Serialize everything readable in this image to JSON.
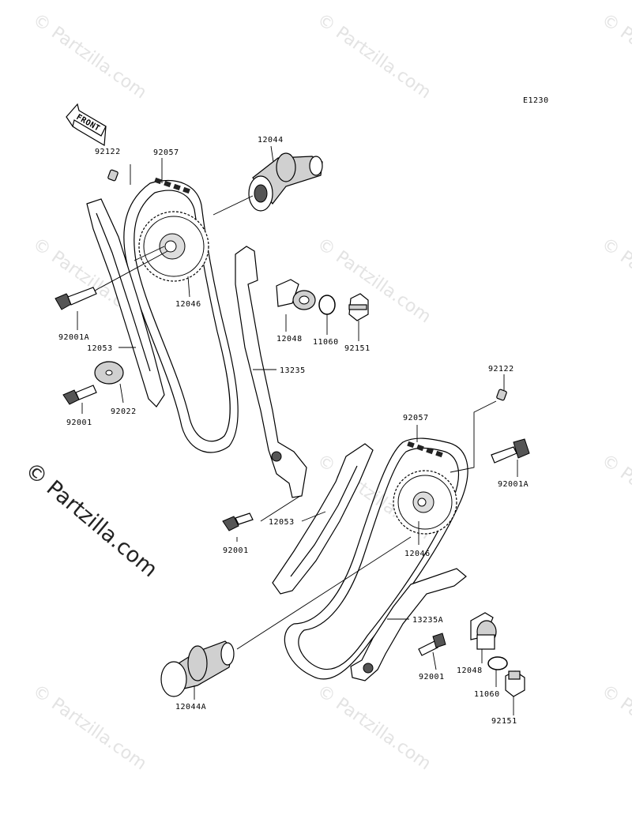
{
  "diagram_code": "E1230",
  "front_label": "FRONT",
  "watermark_text": "© Partzilla.com",
  "watermark_main": "© Partzilla.com",
  "parts": {
    "top_pin": "92122",
    "top_chain": "92057",
    "top_camshaft": "12044",
    "top_sprocket": "12046",
    "top_bolt_a": "92001A",
    "top_guide": "12053",
    "top_washer": "92022",
    "top_bolt": "92001",
    "top_tensioner_guide": "13235",
    "top_tensioner": "12048",
    "top_gasket": "11060",
    "top_tensioner_bolt": "92151",
    "bot_pin": "92122",
    "bot_chain": "92057",
    "bot_bolt_a": "92001A",
    "bot_guide": "12053",
    "bot_bolt": "92001",
    "bot_sprocket": "12046",
    "bot_tensioner_guide": "13235A",
    "bot_tensioner_bolt_m": "92001",
    "bot_tensioner": "12048",
    "bot_gasket": "11060",
    "bot_tensioner_bolt": "92151",
    "bot_camshaft": "12044A"
  },
  "colors": {
    "line": "#000000",
    "watermark": "#e3e3e3",
    "fill_gray": "#d0d0d0"
  }
}
